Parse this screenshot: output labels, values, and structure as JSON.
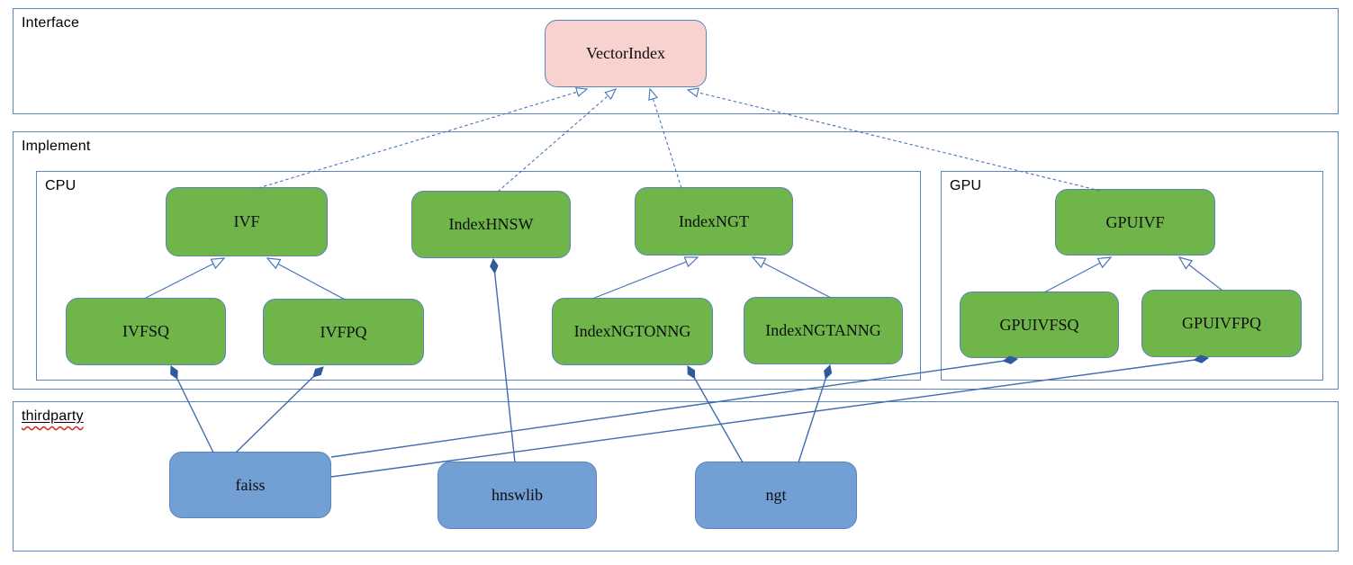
{
  "diagram": {
    "type": "uml-class-diagram",
    "containers": {
      "interface": {
        "label": "Interface"
      },
      "implement": {
        "label": "Implement"
      },
      "cpu": {
        "label": "CPU"
      },
      "gpu": {
        "label": "GPU"
      },
      "thirdparty": {
        "label": "thirdparty",
        "spellcheck_squiggle": true
      }
    },
    "nodes": {
      "vectorindex": {
        "label": "VectorIndex",
        "group": "interface",
        "fill": "#f8d2cf"
      },
      "ivf": {
        "label": "IVF",
        "group": "cpu",
        "fill": "#6fb54a"
      },
      "indexhnsw": {
        "label": "IndexHNSW",
        "group": "cpu",
        "fill": "#6fb54a"
      },
      "indexngt": {
        "label": "IndexNGT",
        "group": "cpu",
        "fill": "#6fb54a"
      },
      "ivfsq": {
        "label": "IVFSQ",
        "group": "cpu",
        "fill": "#6fb54a"
      },
      "ivfpq": {
        "label": "IVFPQ",
        "group": "cpu",
        "fill": "#6fb54a"
      },
      "indexngtonng": {
        "label": "IndexNGTONNG",
        "group": "cpu",
        "fill": "#6fb54a"
      },
      "indexngtanng": {
        "label": "IndexNGTANNG",
        "group": "cpu",
        "fill": "#6fb54a"
      },
      "gpuivf": {
        "label": "GPUIVF",
        "group": "gpu",
        "fill": "#6fb54a"
      },
      "gpuivfsq": {
        "label": "GPUIVFSQ",
        "group": "gpu",
        "fill": "#6fb54a"
      },
      "gpuivfpq": {
        "label": "GPUIVFPQ",
        "group": "gpu",
        "fill": "#6fb54a"
      },
      "faiss": {
        "label": "faiss",
        "group": "thirdparty",
        "fill": "#729fd4"
      },
      "hnswlib": {
        "label": "hnswlib",
        "group": "thirdparty",
        "fill": "#729fd4"
      },
      "ngt": {
        "label": "ngt",
        "group": "thirdparty",
        "fill": "#729fd4"
      }
    },
    "edges": [
      {
        "from": "IVF",
        "to": "VectorIndex",
        "type": "realization",
        "style": "dashed, hollow arrow"
      },
      {
        "from": "IndexHNSW",
        "to": "VectorIndex",
        "type": "realization",
        "style": "dashed, hollow arrow"
      },
      {
        "from": "IndexNGT",
        "to": "VectorIndex",
        "type": "realization",
        "style": "dashed, hollow arrow"
      },
      {
        "from": "GPUIVF",
        "to": "VectorIndex",
        "type": "realization",
        "style": "dashed, hollow arrow"
      },
      {
        "from": "IVFSQ",
        "to": "IVF",
        "type": "generalization",
        "style": "solid, hollow arrow"
      },
      {
        "from": "IVFPQ",
        "to": "IVF",
        "type": "generalization",
        "style": "solid, hollow arrow"
      },
      {
        "from": "IndexNGTONNG",
        "to": "IndexNGT",
        "type": "generalization",
        "style": "solid, hollow arrow"
      },
      {
        "from": "IndexNGTANNG",
        "to": "IndexNGT",
        "type": "generalization",
        "style": "solid, hollow arrow"
      },
      {
        "from": "GPUIVFSQ",
        "to": "GPUIVF",
        "type": "generalization",
        "style": "solid, hollow arrow"
      },
      {
        "from": "GPUIVFPQ",
        "to": "GPUIVF",
        "type": "generalization",
        "style": "solid, hollow arrow"
      },
      {
        "from": "faiss",
        "to": "IVFSQ",
        "type": "composition",
        "style": "solid, filled diamond"
      },
      {
        "from": "faiss",
        "to": "IVFPQ",
        "type": "composition",
        "style": "solid, filled diamond"
      },
      {
        "from": "faiss",
        "to": "GPUIVFSQ",
        "type": "composition",
        "style": "solid, filled diamond"
      },
      {
        "from": "faiss",
        "to": "GPUIVFPQ",
        "type": "composition",
        "style": "solid, filled diamond"
      },
      {
        "from": "hnswlib",
        "to": "IndexHNSW",
        "type": "composition",
        "style": "solid, filled diamond"
      },
      {
        "from": "ngt",
        "to": "IndexNGTONNG",
        "type": "composition",
        "style": "solid, filled diamond"
      },
      {
        "from": "ngt",
        "to": "IndexNGTANNG",
        "type": "composition",
        "style": "solid, filled diamond"
      }
    ],
    "colors": {
      "interface_node_fill": "#f8d2cf",
      "implement_node_fill": "#6fb54a",
      "thirdparty_node_fill": "#729fd4",
      "node_border": "#5b84bb",
      "container_border": "#5b85bd",
      "connector_line": "#4874b8",
      "composition_diamond": "#2f5b9d",
      "spellcheck_red": "#d0342c",
      "text": "#000000",
      "background": "#ffffff"
    }
  }
}
